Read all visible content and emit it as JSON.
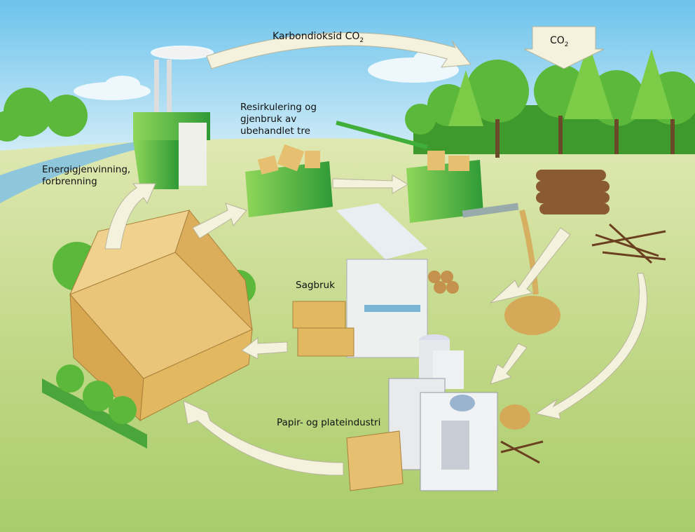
{
  "labels": {
    "co2_cycle": "Karbondioksid CO",
    "co2_cycle_sub": "2",
    "co2_down": "CO",
    "co2_down_sub": "2",
    "recycling_line1": "Resirkulering og",
    "recycling_line2": "gjenbruk av",
    "recycling_line3": "ubehandlet tre",
    "energy_line1": "Energigjenvinning,",
    "energy_line2": "forbrenning",
    "sawmill": "Sagbruk",
    "paper": "Papir- og plateindustri"
  },
  "colors": {
    "sky": "#8fd0ee",
    "ground": "#c9dc8c",
    "factory_green": "#3fae3a",
    "arrow_fill": "#f4f1dc",
    "wood": "#e2b860",
    "tree": "#5cb83a"
  }
}
